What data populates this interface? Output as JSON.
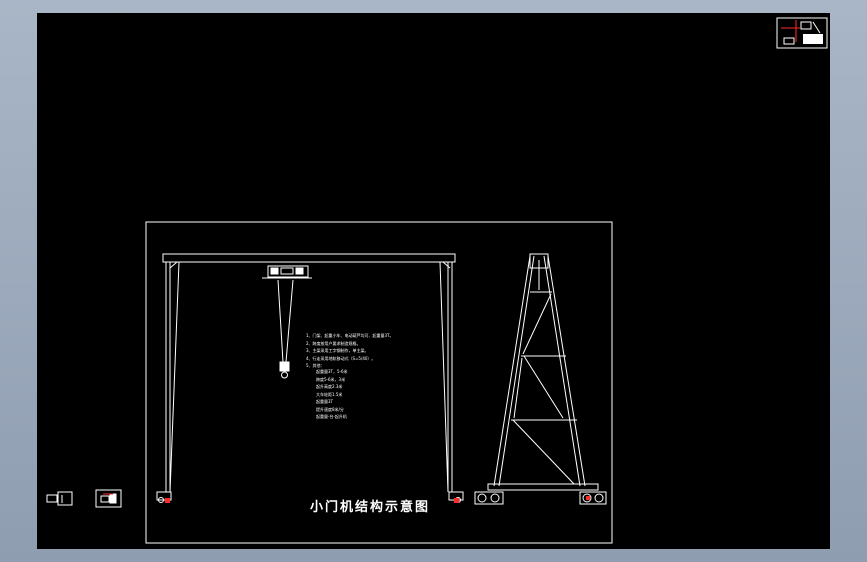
{
  "drawing": {
    "title": "小门机结构示意图",
    "notes": [
      "1、门架、起重小车、电动葫芦均可、起重量3T。",
      "2、跨度按用户要求制造规格。",
      "3、主梁采用工字钢制作，单主梁。",
      "4、行走采用地轨移动式（S=5/40）。",
      "5、其他："
    ],
    "specs": [
      "起重量3T，5-6米",
      "跨度5-6米，3米",
      "起升高度2.3米",
      "大车轮距1.5米",
      "起重量3T",
      "提升速度8米/分",
      "起重量-台-起升机"
    ]
  },
  "colors": {
    "background": "#000000",
    "line": "#ffffff",
    "accent": "#ff2a2a",
    "window_bg": "#9aa7ba"
  }
}
